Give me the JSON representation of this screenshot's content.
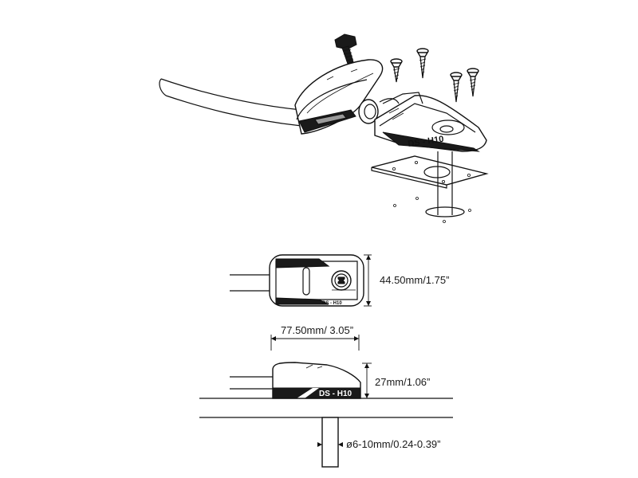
{
  "device": {
    "model_marking": "DS - H10"
  },
  "dimensions": {
    "height_top_view": "44.50mm/1.75”",
    "length": "77.50mm/ 3.05”",
    "height_side_view": "27mm/1.06”",
    "cable_diameter": "ø6-10mm/0.24-0.39”"
  }
}
